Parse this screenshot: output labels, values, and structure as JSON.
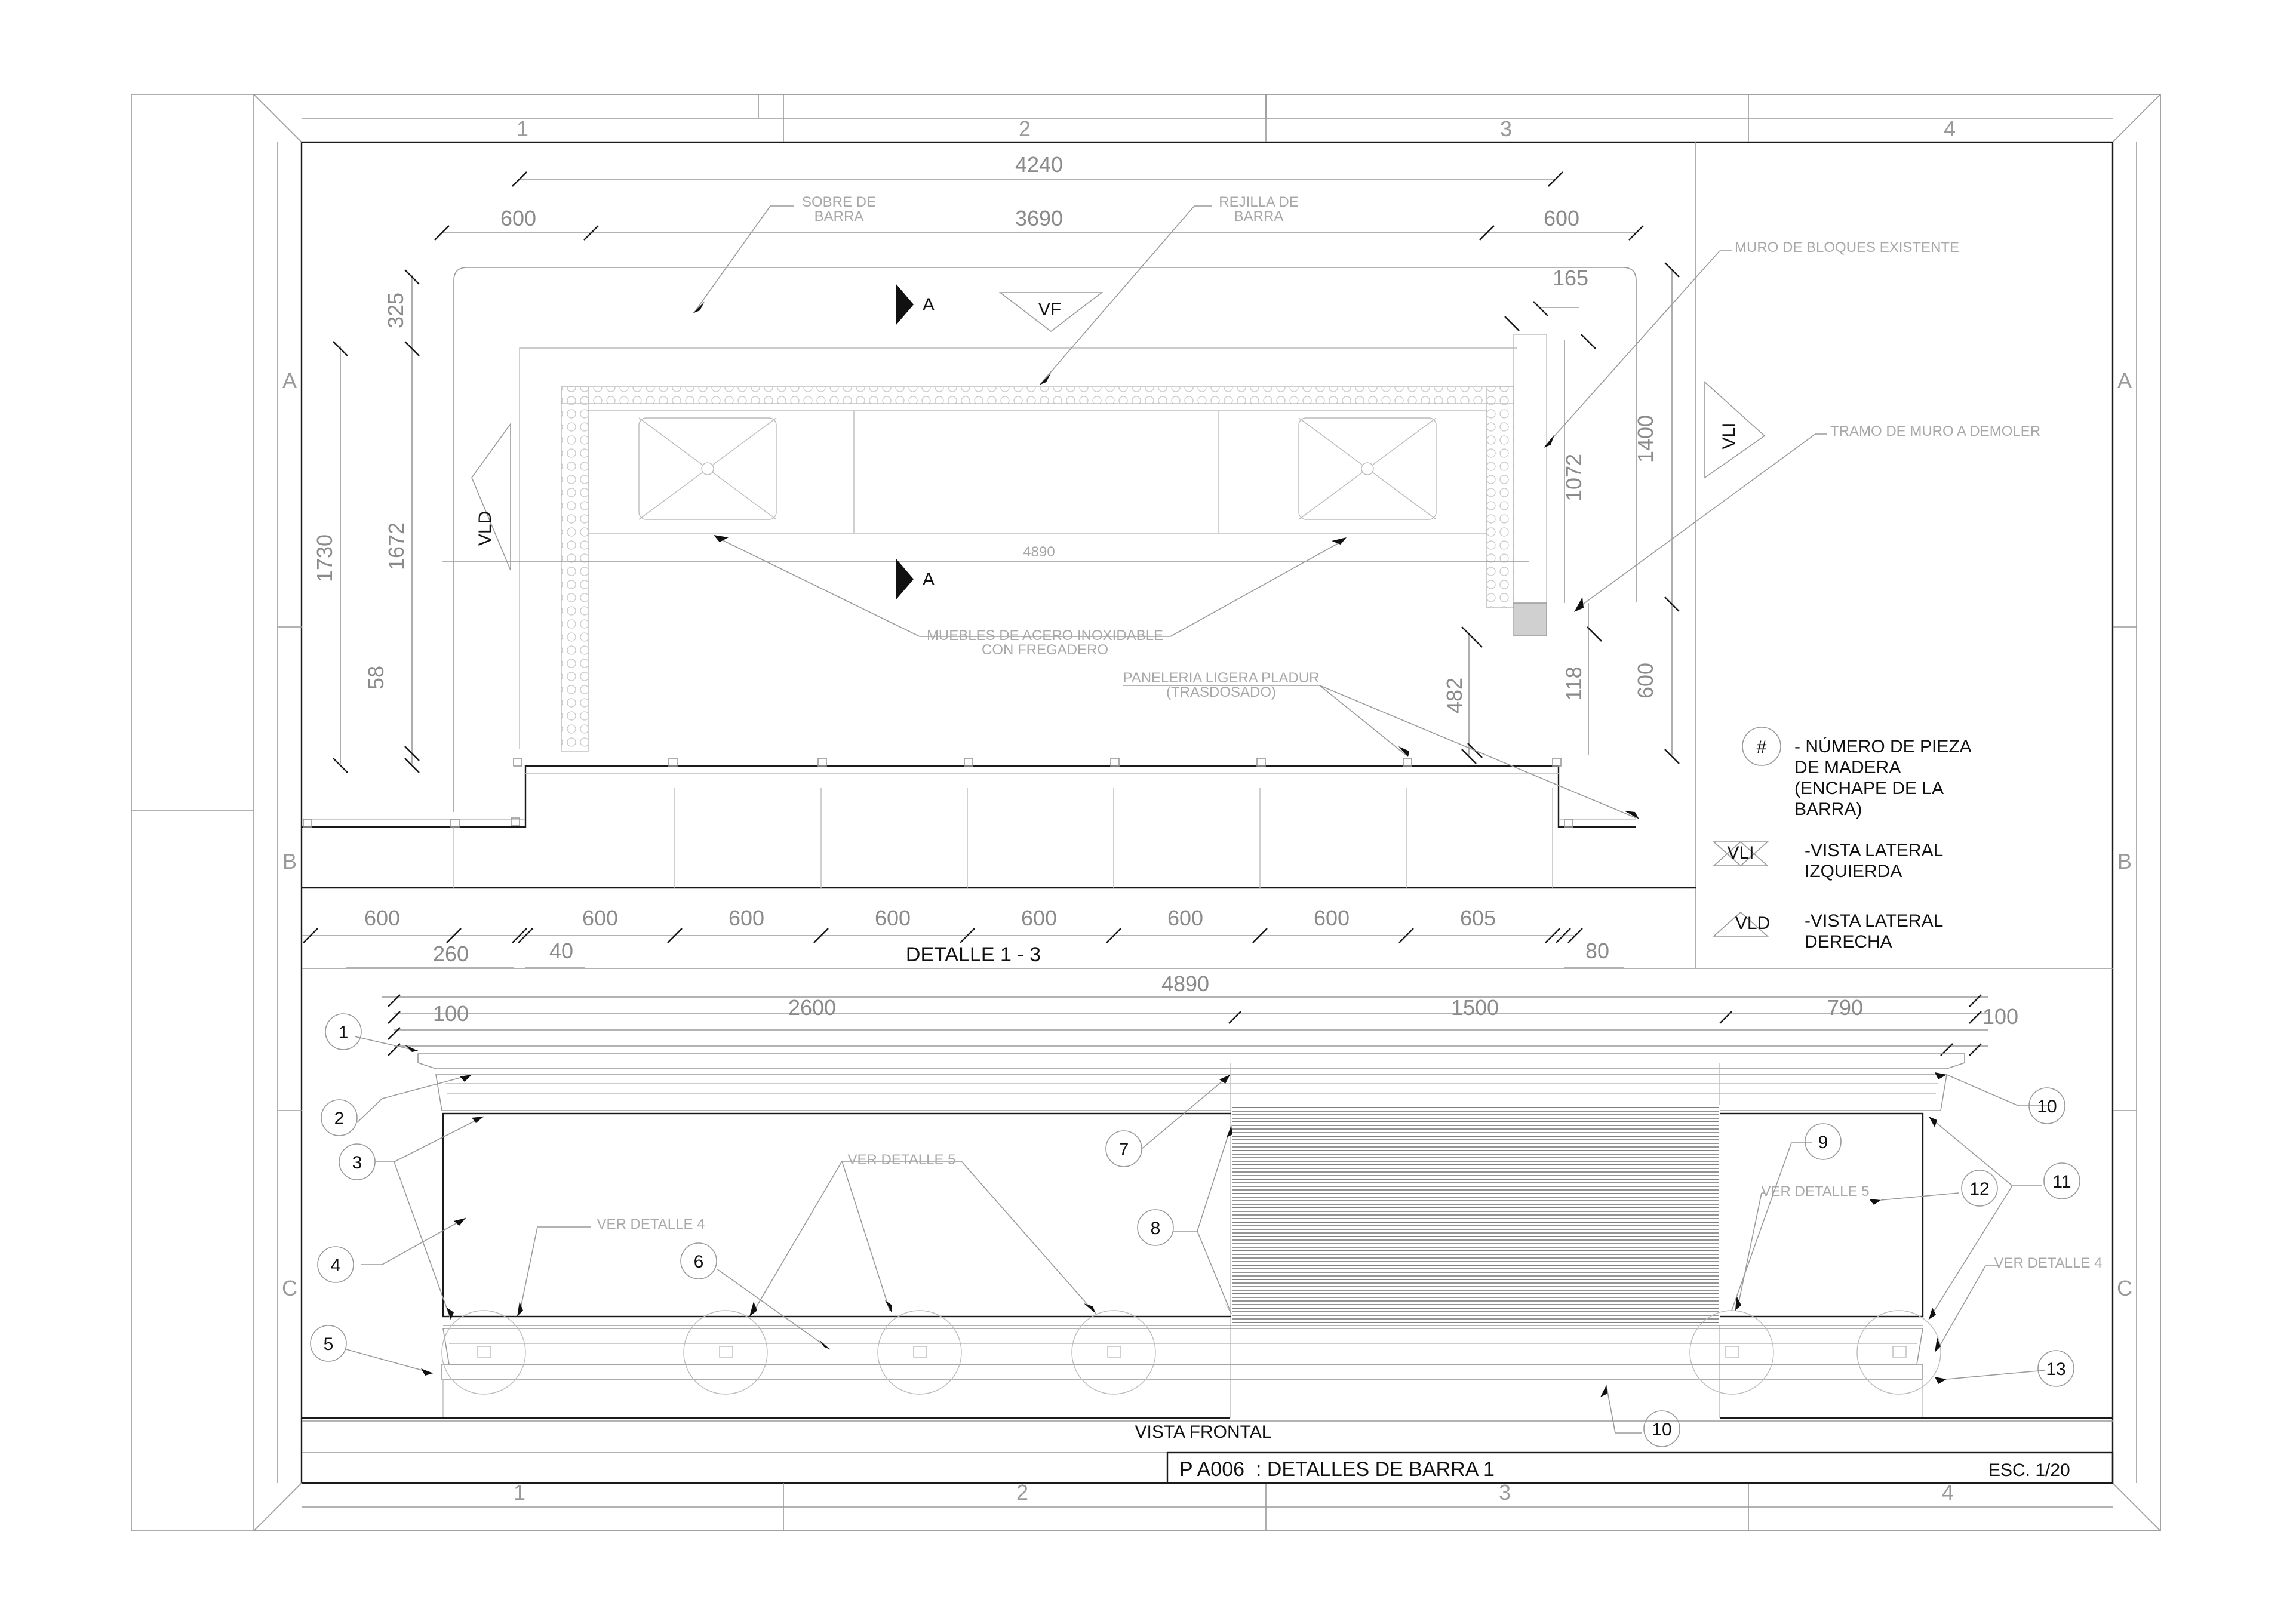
{
  "sheet": {
    "title": "P A006  : DETALLES DE BARRA 1",
    "scale": "ESC. 1/20",
    "columns": [
      "1",
      "2",
      "3",
      "4"
    ],
    "rows": [
      "A",
      "B",
      "C"
    ]
  },
  "plan": {
    "caption": "DETALLE 1 - 3",
    "dims_top": [
      "4240",
      "600",
      "3690",
      "600",
      "165"
    ],
    "dims_left": [
      "325",
      "1730",
      "1672",
      "58"
    ],
    "dims_right": [
      "1400",
      "1072",
      "482",
      "118",
      "600"
    ],
    "inner_dim": "4890",
    "dims_bottom": [
      "600",
      "600",
      "600",
      "600",
      "600",
      "600",
      "600",
      "605"
    ],
    "dims_bottom_small": [
      "260",
      "40",
      "80"
    ],
    "view_tags": {
      "vf": "VF",
      "vld": "VLD",
      "vli": "VLI",
      "section": "A"
    },
    "notes": {
      "sobre": "SOBRE DE\nBARRA",
      "rejilla": "REJILLA DE\nBARRA",
      "muro": "MURO DE BLOQUES EXISTENTE",
      "tramo": "TRAMO DE MURO A DEMOLER",
      "muebles": "MUEBLES DE ACERO INOXIDABLE\nCON FREGADERO",
      "paneleria": "PANELERIA LIGERA PLADUR\n(TRASDOSADO)"
    }
  },
  "legend": {
    "items": [
      {
        "symbol": "#",
        "text": "- NÚMERO DE PIEZA\nDE MADERA\n(ENCHAPE DE LA\nBARRA)"
      },
      {
        "symbol": "VLI",
        "text": "-VISTA LATERAL\nIZQUIERDA"
      },
      {
        "symbol": "VLD",
        "text": "-VISTA LATERAL\nDERECHA"
      }
    ]
  },
  "front": {
    "caption": "VISTA FRONTAL",
    "dim_total": "4890",
    "dims": [
      "100",
      "2600",
      "1500",
      "790",
      "100"
    ],
    "notes": {
      "ver5": "VER DETALLE 5",
      "ver4": "VER DETALLE 4"
    },
    "callouts": [
      "1",
      "2",
      "3",
      "4",
      "5",
      "6",
      "7",
      "8",
      "9",
      "10",
      "11",
      "12",
      "13",
      "10"
    ]
  }
}
